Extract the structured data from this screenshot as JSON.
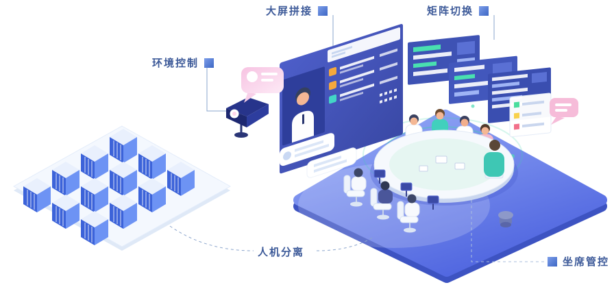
{
  "labels": {
    "environment_control": "环境控制",
    "screen_splicing": "大屏拼接",
    "matrix_switching": "矩阵切换",
    "human_machine_separation": "人机分离",
    "seat_management": "坐席管控"
  },
  "colors": {
    "label_text": "#3d5a99",
    "marker_blue": "#4574cf",
    "leader_line": "#8aa4cc",
    "cube_blue_dark": "#3c63d9",
    "cube_blue_light": "#6d93f4",
    "left_platform": "#f4f8fe",
    "right_platform_top": "#97acf7",
    "right_platform_bottom": "#5066e0",
    "screen_indigo": "#4353b8",
    "accent_orange": "#f5a83c",
    "accent_teal": "#43d6c6",
    "radar_green": "#40d6ab",
    "bubble_pink": "#f6bcd9"
  }
}
